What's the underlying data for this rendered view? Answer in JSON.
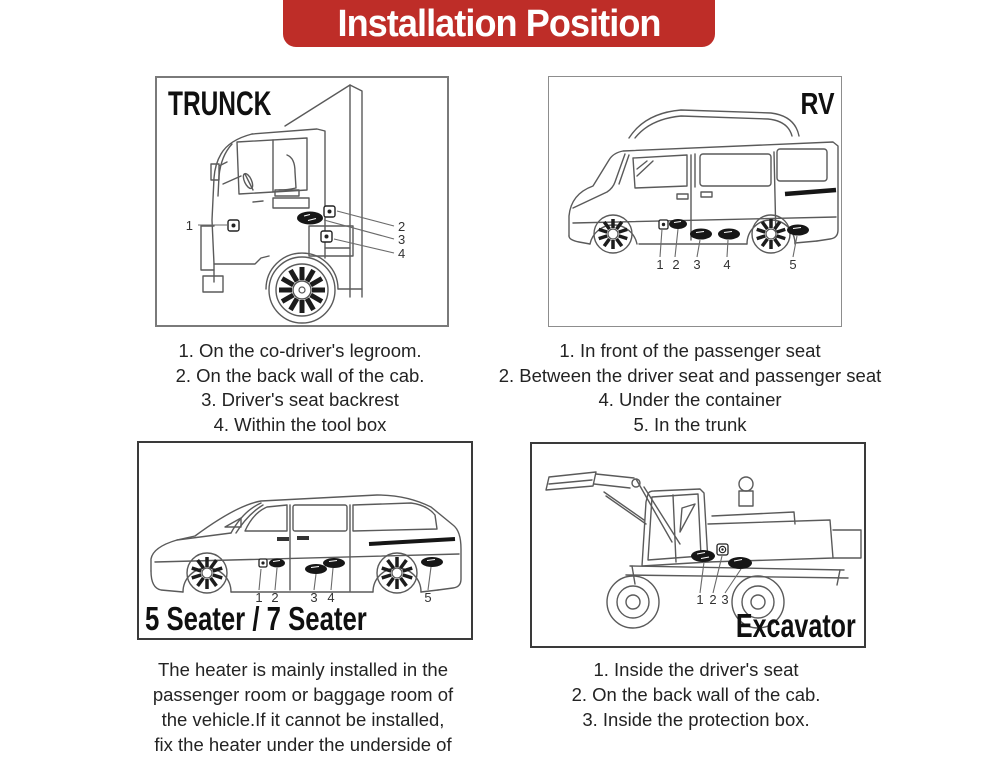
{
  "banner": {
    "title": "Installation Position",
    "bg_color": "#be2d28",
    "text_color": "#ffffff"
  },
  "panels": [
    {
      "id": "trunk",
      "title": "TRUNCK",
      "diagram": "truck-cab-side-view",
      "callouts": [
        "1",
        "2",
        "3",
        "4"
      ],
      "notes": [
        "1. On the co-driver's legroom.",
        "2. On the back wall of the cab.",
        "3. Driver's seat backrest",
        "4. Within the tool box"
      ]
    },
    {
      "id": "rv",
      "title": "RV",
      "diagram": "camper-van-side-view",
      "callouts": [
        "1",
        "2",
        "3",
        "4",
        "5"
      ],
      "notes": [
        "1. In front of the passenger seat",
        "2. Between the driver seat and passenger seat",
        "4. Under the container",
        "5. In the trunk"
      ]
    },
    {
      "id": "seater",
      "title": "5 Seater / 7 Seater",
      "diagram": "minivan-side-view",
      "callouts": [
        "1",
        "2",
        "3",
        "4",
        "5"
      ],
      "notes": [
        "The heater is mainly installed in the",
        "passenger room or baggage room of",
        "the vehicle.If it cannot be installed,",
        "fix the heater under the underside of"
      ]
    },
    {
      "id": "excavator",
      "title": "Excavator",
      "diagram": "excavator-side-view",
      "callouts": [
        "1",
        "2",
        "3"
      ],
      "notes": [
        "1. Inside the driver's seat",
        "2. On the back wall of the cab.",
        "3. Inside the protection box."
      ]
    }
  ],
  "colors": {
    "line_art": "#5a5a5a",
    "marker": "#161616",
    "text": "#232323"
  }
}
